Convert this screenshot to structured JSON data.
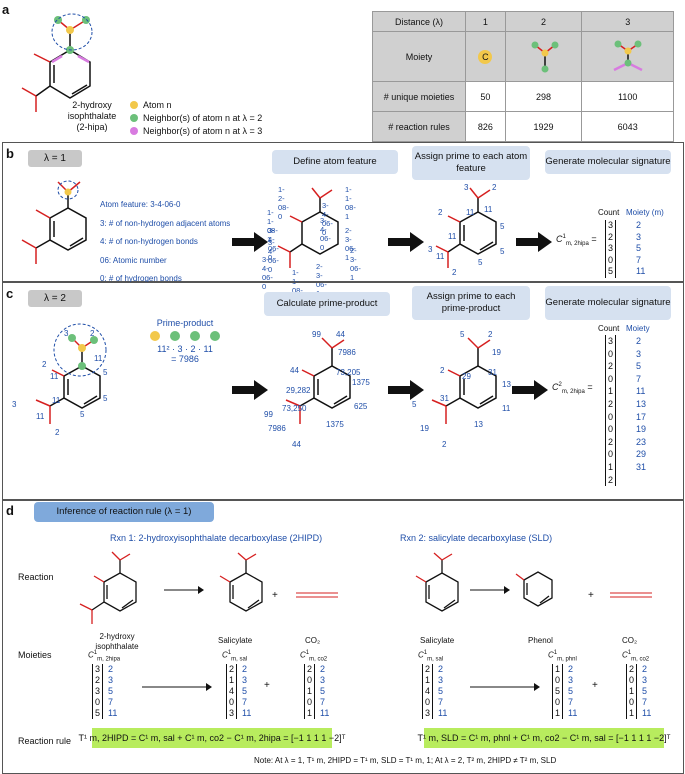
{
  "panel_labels": {
    "a": "a",
    "b": "b",
    "c": "c",
    "d": "d"
  },
  "panel_a": {
    "molecule_name_line1": "2-hydroxy",
    "molecule_name_line2": "isophthalate",
    "molecule_name_line3": "(2-hipa)",
    "legend": [
      {
        "text": "Atom n",
        "color": "#f2c84b"
      },
      {
        "text": "Neighbor(s) of  atom n at λ = 2",
        "color": "#6cc07a"
      },
      {
        "text": "Neighbor(s) of  atom n at λ = 3",
        "color": "#d87be0"
      }
    ],
    "table": {
      "header": [
        "Distance (λ)",
        "1",
        "2",
        "3"
      ],
      "moiety_label": "Moiety",
      "moiety_c": "C",
      "rows": [
        {
          "label": "# unique moieties",
          "values": [
            "50",
            "298",
            "1100"
          ]
        },
        {
          "label": "# reaction rules",
          "values": [
            "826",
            "1929",
            "6043"
          ]
        }
      ]
    }
  },
  "panel_b": {
    "lambda": "λ = 1",
    "steps": [
      "Define atom feature",
      "Assign prime to each atom feature",
      "Generate molecular signature"
    ],
    "feature_lines": [
      "Atom feature: 3-4-06-0",
      "3: # of non-hydrogen adjacent atoms",
      "4: # of non-hydrogen bonds",
      "06: Atomic number",
      "0: # of hydrogen bonds"
    ],
    "features": [
      "1-2-08-0",
      "1-1-08-1",
      "3-4-06-0",
      "1-1-08-1",
      "3-4-06-0",
      "3-4-06-0",
      "2-3-06-1",
      "3-4-06-0",
      "3-4-06-0",
      "2-3-06-1",
      "1-2-08-0",
      "2-3-06-1",
      "1-1-08-1"
    ],
    "primes": [
      "3",
      "2",
      "11",
      "2",
      "11",
      "5",
      "5",
      "11",
      "5",
      "3",
      "2",
      "11"
    ],
    "signature_label": "C",
    "signature_sup": "1",
    "signature_sub": "m, 2hipa",
    "count_header": "Count",
    "moiety_header": "Moiety (m)",
    "counts": [
      "3",
      "2",
      "3",
      "0",
      "5"
    ],
    "moieties": [
      "2",
      "3",
      "5",
      "7",
      "11"
    ]
  },
  "panel_c": {
    "lambda": "λ = 2",
    "steps": [
      "Calculate prime-product",
      "Assign prime to each prime-product",
      "Generate molecular signature"
    ],
    "prime_product_title": "Prime-product",
    "prime_product_expr": "11² · 3 · 2 · 11",
    "prime_product_result": "= 7986",
    "mol_left_labels": [
      "3",
      "2",
      "2",
      "11",
      "11",
      "5",
      "5",
      "3",
      "11",
      "11",
      "5",
      "2"
    ],
    "mol_mid_labels": [
      "99",
      "44",
      "7986",
      "44",
      "73,205",
      "29,282",
      "1375",
      "73,250",
      "625",
      "99",
      "1375",
      "7986",
      "44"
    ],
    "mol_right_labels": [
      "5",
      "2",
      "19",
      "2",
      "29",
      "31",
      "13",
      "5",
      "31",
      "11",
      "13",
      "19",
      "2"
    ],
    "signature_label": "C",
    "signature_sup": "2",
    "signature_sub": "m, 2hipa",
    "count_header": "Count",
    "moiety_header": "Moiety",
    "counts": [
      "3",
      "0",
      "2",
      "0",
      "1",
      "2",
      "0",
      "0",
      "2",
      "0",
      "1",
      "2"
    ],
    "moieties": [
      "2",
      "3",
      "5",
      "7",
      "11",
      "13",
      "17",
      "19",
      "23",
      "29",
      "31"
    ]
  },
  "panel_d": {
    "header": "Inference of reaction rule (λ = 1)",
    "rxn1_title": "Rxn 1: 2-hydroxyisophthalate decarboxylase (2HIPD)",
    "rxn2_title": "Rxn 2: salicylate decarboxylase (SLD)",
    "row_reaction": "Reaction",
    "row_moieties": "Moieties",
    "row_rule": "Reaction rule",
    "rxn1_compounds": [
      "2-hydroxy isophthalate",
      "Salicylate",
      "CO₂"
    ],
    "rxn2_compounds": [
      "Salicylate",
      "Phenol",
      "CO₂"
    ],
    "moiety_labels_rxn1": [
      "m, 2hipa",
      "m, sal",
      "m, co2"
    ],
    "moiety_labels_rxn2": [
      "m, sal",
      "m, phnl",
      "m, co2"
    ],
    "vectors": {
      "v2hipa": [
        "3",
        "2",
        "3",
        "0",
        "5"
      ],
      "vsal": [
        "2",
        "1",
        "4",
        "0",
        "3"
      ],
      "vco2": [
        "2",
        "0",
        "1",
        "0",
        "1"
      ],
      "vphnl": [
        "1",
        "0",
        "5",
        "0",
        "1"
      ],
      "primes": [
        "2",
        "3",
        "5",
        "7",
        "11"
      ]
    },
    "rule1": "T¹ m, 2HIPD = C¹ m, sal + C¹ m, co2 − C¹ m, 2hipa = [−1 1 1 1 −2]ᵀ",
    "rule2": "T¹ m, SLD = C¹ m, phnl + C¹ m, co2 − C¹ m, sal = [−1 1 1 1 −2]ᵀ",
    "note": "Note: At λ = 1, T¹ m, 2HIPD = T¹ m, SLD = T¹ m, 1; At λ = 2, T² m, 2HIPD ≠ T² m, SLD"
  },
  "colors": {
    "blue": "#1f4ea8",
    "red": "#d62020",
    "green": "#b8ec5e",
    "boxblue": "#d6e1f0"
  }
}
